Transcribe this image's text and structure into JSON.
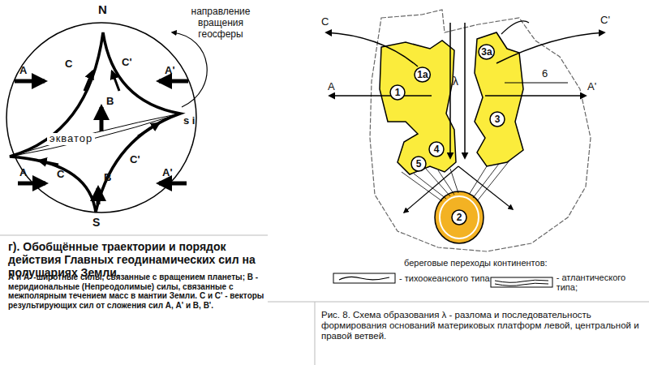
{
  "diagram": {
    "caption": "Рис. 8. Схема образования λ - разлома и последовательность формирования оснований материковых платформ левой, центральной и правой ветвей.",
    "nodes": [
      {
        "text": [
          "1"
        ]
      },
      {
        "text": [
          "1а"
        ]
      },
      {
        "text": [
          "3а"
        ]
      },
      {
        "text": [
          "4"
        ]
      },
      {
        "text": [
          "5"
        ]
      },
      {
        "text": [
          "3"
        ]
      },
      {
        "text": [
          "2"
        ]
      }
    ],
    "labels": [
      "N",
      "направление вращения геосферы",
      "A",
      "C",
      "C'",
      "A'",
      "B",
      "экватор",
      "s i",
      "A",
      "C",
      "B",
      "C'",
      "A'",
      "S",
      "г). Обобщённые траектории и порядок действия Главных геодинамических сил на полушариях Земли.",
      "А и А' -широтные силы, связанные с вращением планеты; В - меридиональные (Непреодолимые) силы, связанные с межполярным течением масс в мантии Земли. С и С' - векторы результирующих сил от сложения сил А, А' и В, В'.",
      "C",
      "C'",
      "A",
      "A'",
      "6",
      "λ",
      "береговые переходы континентов:"
    ],
    "legend": [
      {
        "text": "- тихоокеанского типа"
      },
      {
        "text": "- атлантического типа;"
      }
    ]
  }
}
